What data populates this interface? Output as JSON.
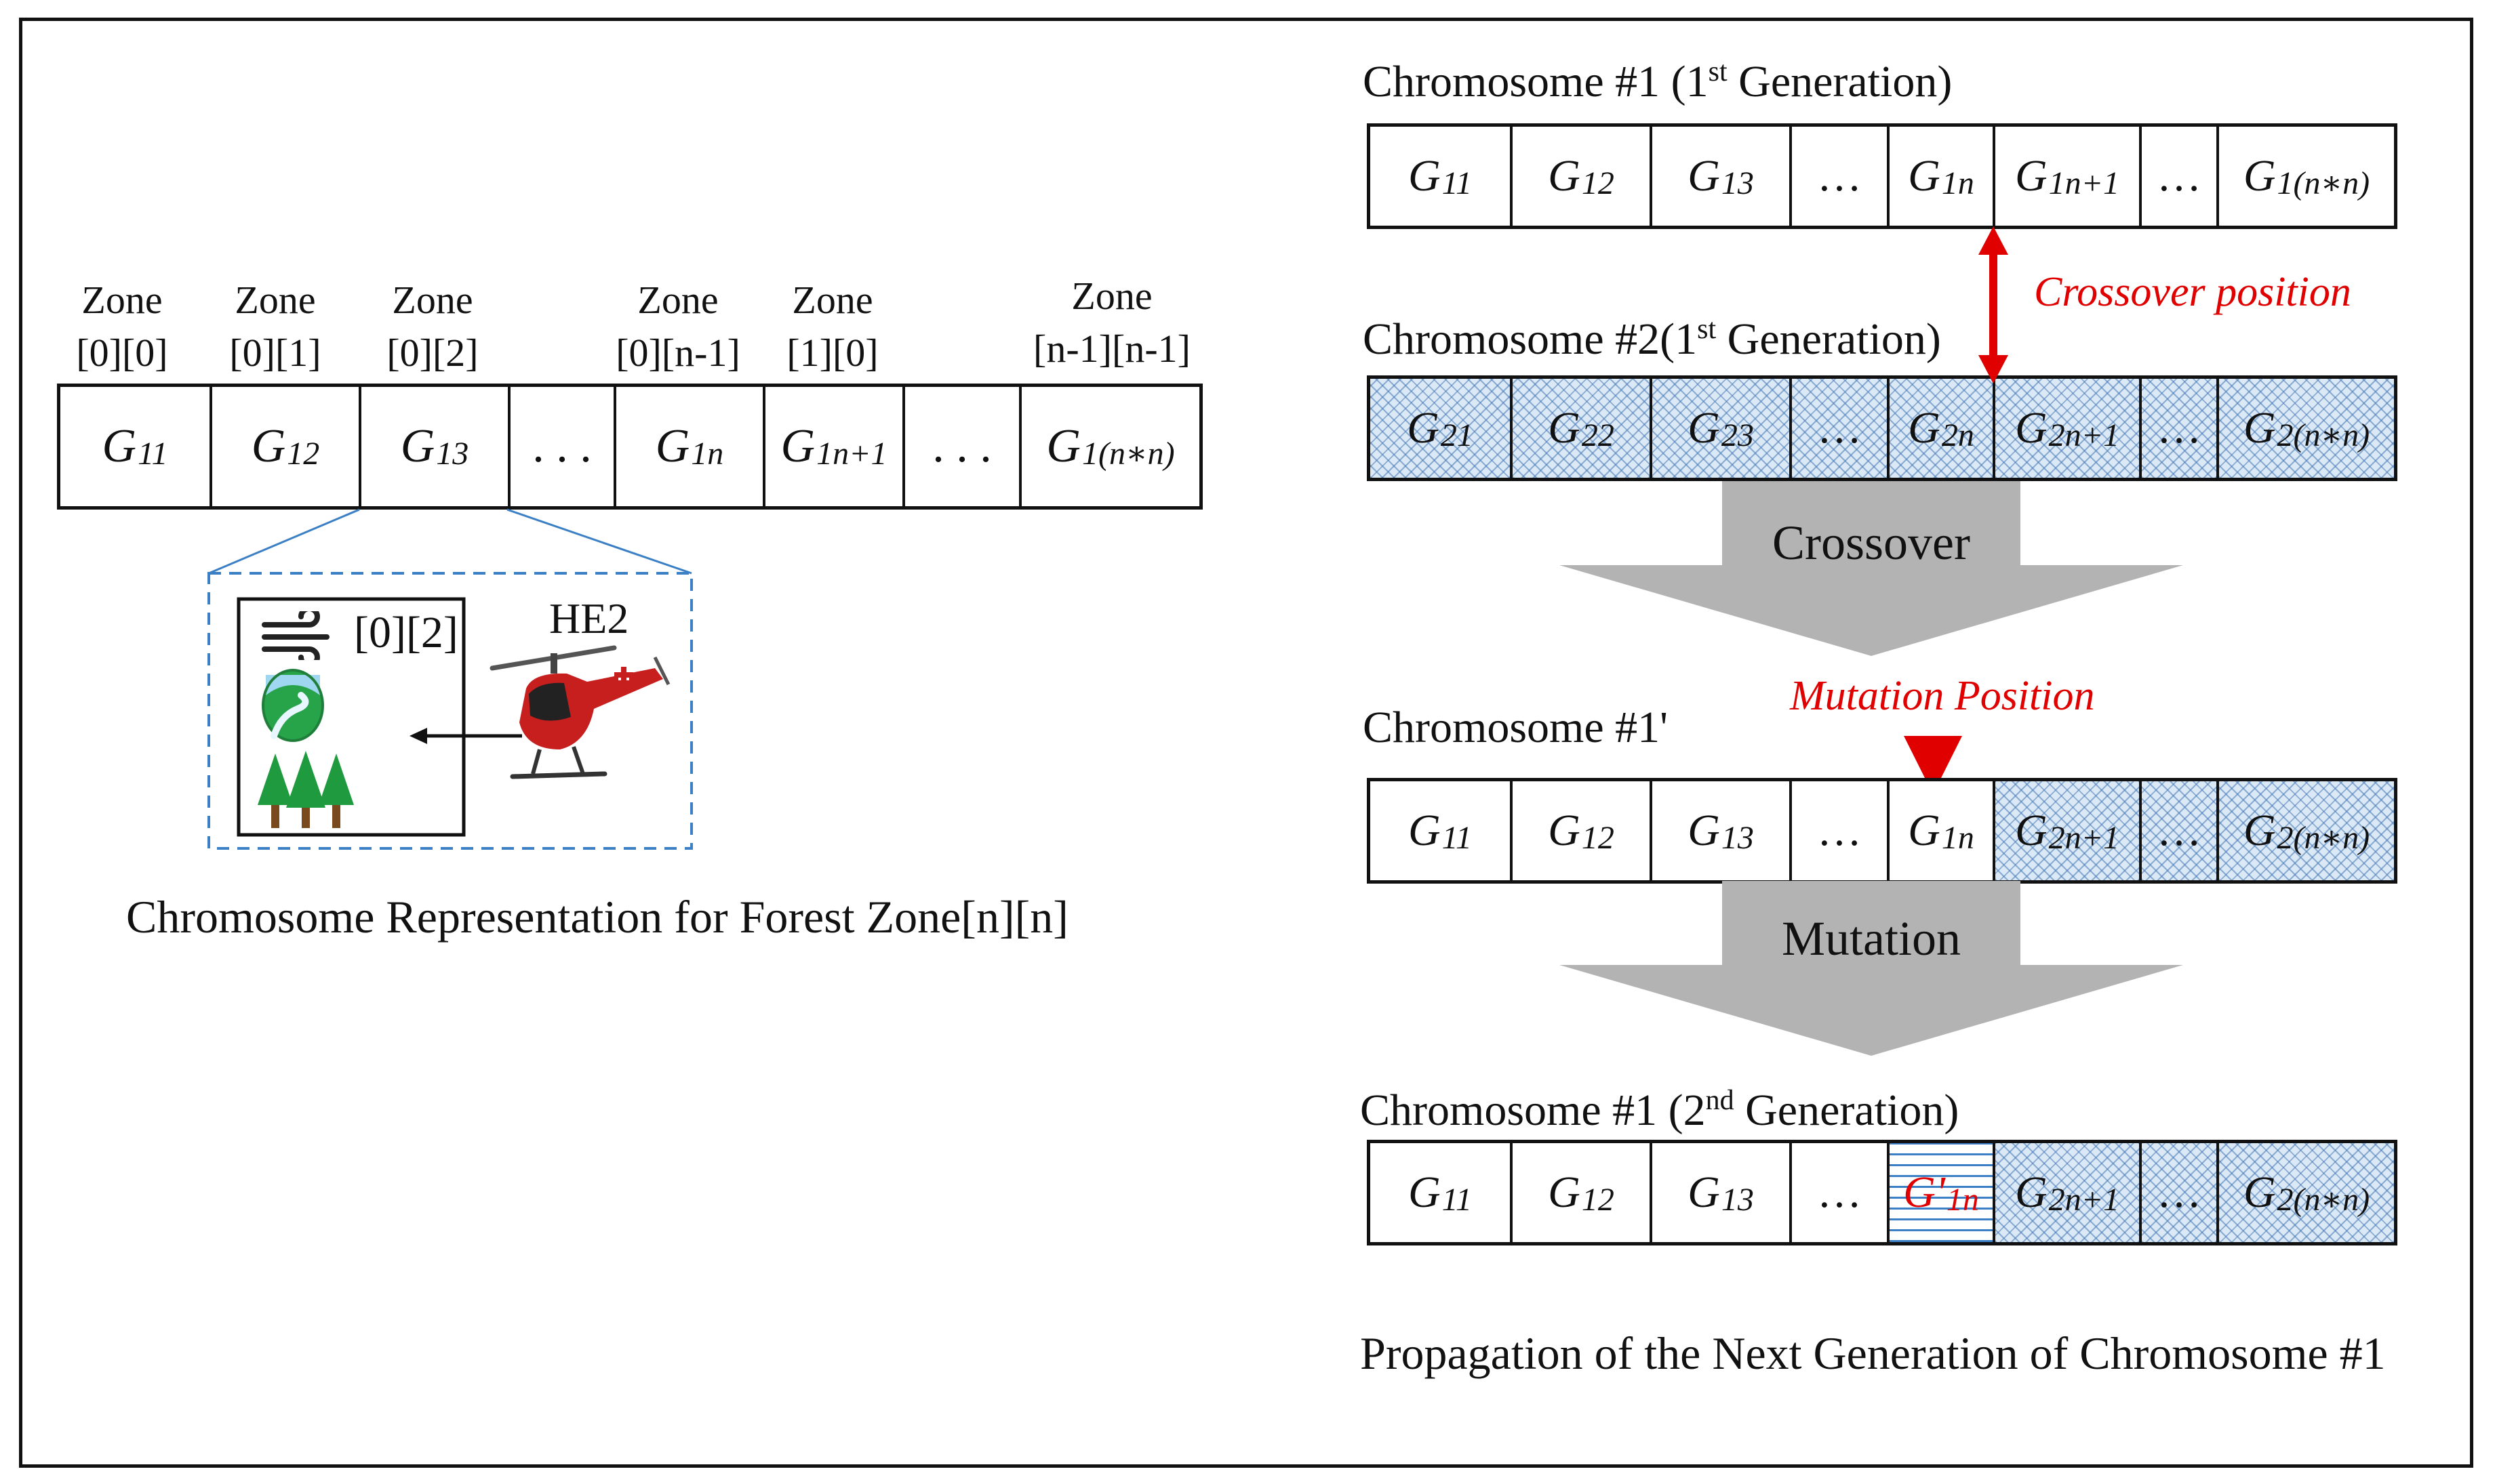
{
  "left_panel": {
    "zone_labels": [
      [
        "Zone",
        "[0][0]"
      ],
      [
        "Zone",
        "[0][1]"
      ],
      [
        "Zone",
        "[0][2]"
      ],
      [
        "Zone",
        "[0][n-1]"
      ],
      [
        "Zone",
        "[1][0]"
      ],
      [
        "Zone",
        "[n-1][n-1]"
      ]
    ],
    "chromosome_cells": [
      {
        "g": "G",
        "sub": "11"
      },
      {
        "g": "G",
        "sub": "12"
      },
      {
        "g": "G",
        "sub": "13"
      },
      {
        "text": ". . ."
      },
      {
        "g": "G",
        "sub": "1n"
      },
      {
        "g": "G",
        "sub": "1n+1"
      },
      {
        "text": ". . ."
      },
      {
        "g": "G",
        "sub": "1(n∗n)"
      }
    ],
    "detail_zone_index": "[0][2]",
    "helicopter_label": "HE2",
    "icons": [
      "wind-icon",
      "river-landscape-icon",
      "forest-icon",
      "helicopter-icon"
    ],
    "caption": "Chromosome  Representation  for  Forest  Zone[n][n]"
  },
  "right_panel": {
    "chromosome1_title": {
      "pre": "Chromosome  #1 (1",
      "sup": "st",
      "post": " Generation)"
    },
    "chromosome2_title": {
      "pre": "Chromosome  #2(1",
      "sup": "st",
      "post": " Generation)"
    },
    "chromosome1p_title": "Chromosome  #1'",
    "chromosome1_gen2_title": {
      "pre": "Chromosome  #1 (2",
      "sup": "nd",
      "post": " Generation)"
    },
    "crossover_position_label": "Crossover position",
    "mutation_position_label": "Mutation Position",
    "crossover_label": "Crossover",
    "mutation_label": "Mutation",
    "row1": [
      "11",
      "12",
      "13",
      "…",
      "1n",
      "1n+1",
      "…",
      "1(n∗n)"
    ],
    "row2": [
      "21",
      "22",
      "23",
      "…",
      "2n",
      "2n+1",
      "…",
      "2(n∗n)"
    ],
    "row3": [
      "11",
      "12",
      "13",
      "…",
      "1n",
      "2n+1",
      "…",
      "2(n∗n)"
    ],
    "row4": [
      "11",
      "12",
      "13",
      "…",
      "'1n",
      "2n+1",
      "…",
      "2(n∗n)"
    ],
    "caption": "Propagation  of  the  Next  Generation  of  Chromosome  #1"
  },
  "colors": {
    "accent_red": "#e00000",
    "hatch_blue": "#dbe9f7",
    "arrow_gray": "#b3b3b3"
  }
}
